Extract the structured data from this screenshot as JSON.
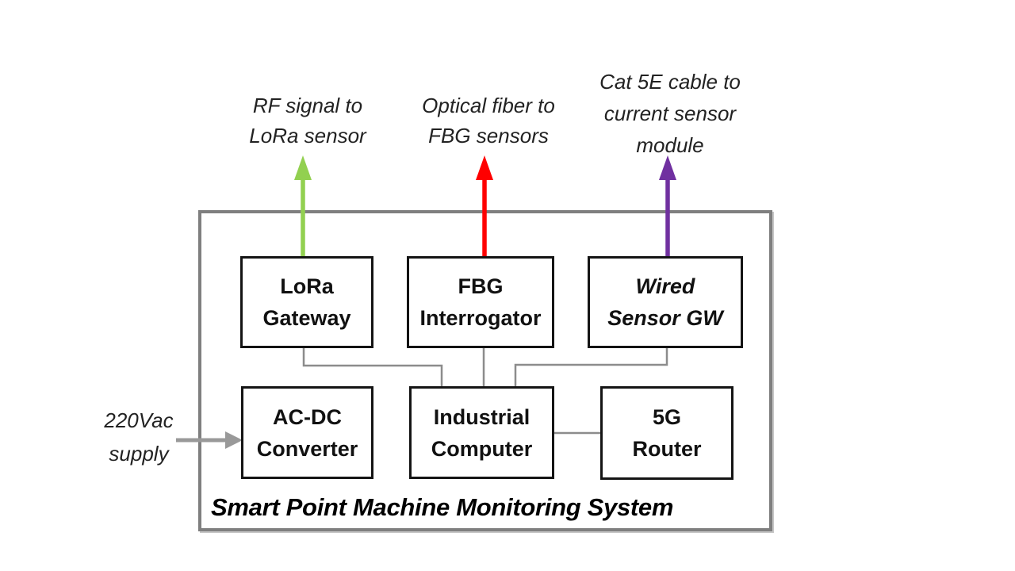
{
  "title": "Smart Point Machine Monitoring System",
  "external_labels": {
    "rf": "RF signal to\nLoRa sensor",
    "optical": "Optical fiber to\nFBG sensors",
    "cat5e": "Cat 5E cable to\ncurrent sensor\nmodule",
    "supply": "220Vac\nsupply"
  },
  "boxes": {
    "lora": "LoRa\nGateway",
    "fbg": "FBG\nInterrogator",
    "wired": "Wired\nSensor GW",
    "acdc": "AC-DC\nConverter",
    "industrial": "Industrial\nComputer",
    "router": "5G\nRouter"
  },
  "colors": {
    "green": "#92D050",
    "red": "#FF0000",
    "purple": "#7030A0",
    "gray": "#8C8C8C",
    "supply_gray": "#999999"
  }
}
